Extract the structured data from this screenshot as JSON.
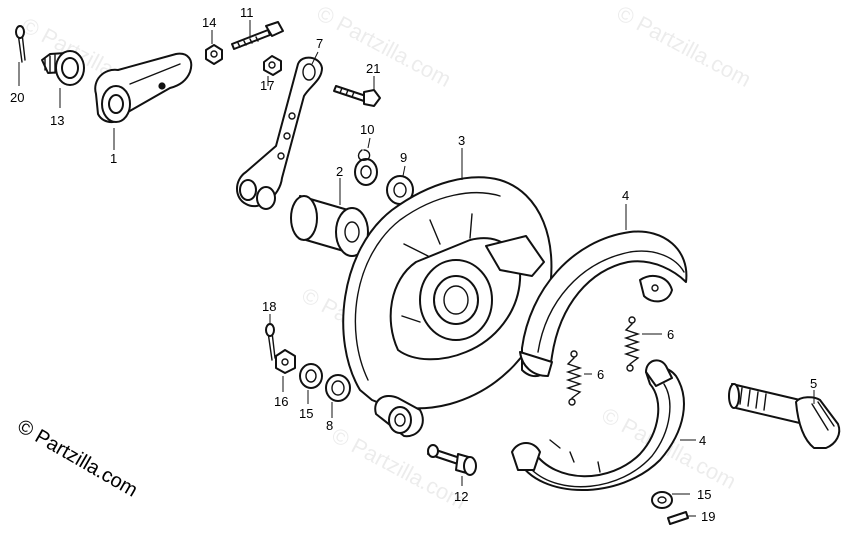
{
  "diagram": {
    "watermark_text": "© Partzilla.com",
    "copyright_text": "© Partzilla.com",
    "callouts": {
      "c1": "1",
      "c2": "2",
      "c3": "3",
      "c4a": "4",
      "c4b": "4",
      "c5": "5",
      "c6a": "6",
      "c6b": "6",
      "c7": "7",
      "c8": "8",
      "c9": "9",
      "c10": "10",
      "c11": "11",
      "c12": "12",
      "c13": "13",
      "c14": "14",
      "c15a": "15",
      "c15b": "15",
      "c16": "16",
      "c17": "17",
      "c18": "18",
      "c19": "19",
      "c20": "20",
      "c21": "21"
    }
  }
}
